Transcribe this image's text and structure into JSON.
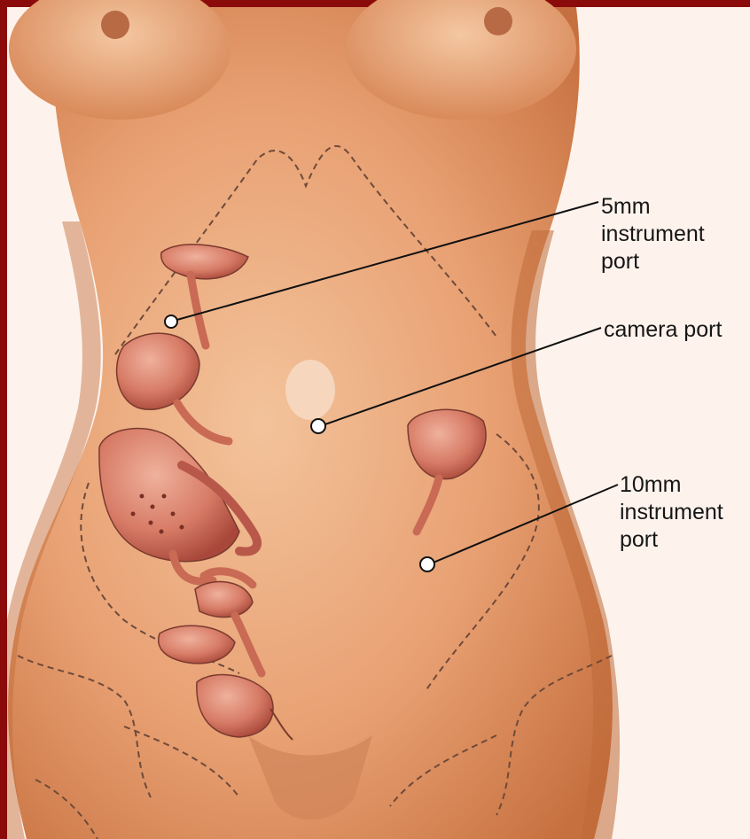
{
  "labels": {
    "port_5mm": [
      "5mm",
      "instrument",
      "port"
    ],
    "camera_port": "camera port",
    "port_10mm": [
      "10mm",
      "instrument",
      "port"
    ]
  },
  "colors": {
    "frame": "#8b0a0a",
    "background": "#fdf3ec",
    "skin": "#e8a072",
    "skin_shadow": "#c7703f",
    "organ": "#d77b66",
    "organ_dark": "#a8473a",
    "outline": "#6f4a3a",
    "leader_line": "#111111",
    "port_marker": "#ffffff"
  },
  "icons": [
    "port-marker-icon",
    "dashed-organ-outline"
  ]
}
